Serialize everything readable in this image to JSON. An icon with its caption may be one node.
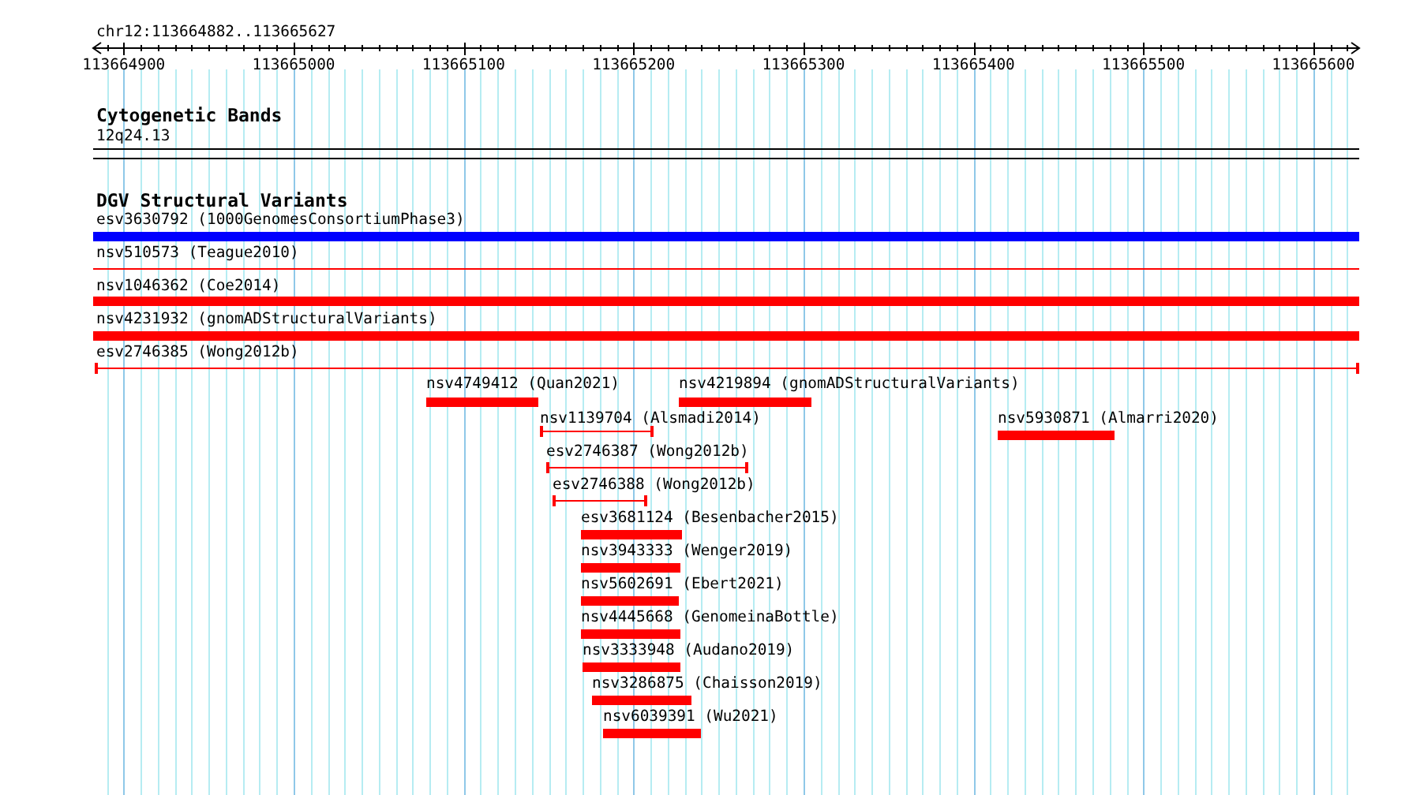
{
  "diagram": {
    "nodes": [
      {
        "text": [
          "esv3630792 (1000GenomesConsortiumPhase3)"
        ]
      },
      {
        "text": [
          "nsv510573 (Teague2010)"
        ]
      },
      {
        "text": [
          "nsv1046362 (Coe2014)"
        ]
      },
      {
        "text": [
          "nsv4231932 (gnomADStructuralVariants)"
        ]
      },
      {
        "text": [
          "esv2746385 (Wong2012b)"
        ]
      },
      {
        "text": [
          "nsv4749412 (Quan2021)"
        ]
      },
      {
        "text": [
          "nsv4219894 (gnomADStructuralVariants)"
        ]
      },
      {
        "text": [
          "nsv1139704 (Alsmadi2014)"
        ]
      },
      {
        "text": [
          "nsv5930871 (Almarri2020)"
        ]
      },
      {
        "text": [
          "esv2746387 (Wong2012b)"
        ]
      },
      {
        "text": [
          "esv2746388 (Wong2012b)"
        ]
      },
      {
        "text": [
          "esv3681124 (Besenbacher2015)"
        ]
      },
      {
        "text": [
          "nsv3943333 (Wenger2019)"
        ]
      },
      {
        "text": [
          "nsv5602691 (Ebert2021)"
        ]
      },
      {
        "text": [
          "nsv4445668 (GenomeinaBottle)"
        ]
      },
      {
        "text": [
          "nsv3333948 (Audano2019)"
        ]
      },
      {
        "text": [
          "nsv3286875 (Chaisson2019)"
        ]
      },
      {
        "text": [
          "nsv6039391 (Wu2021)"
        ]
      }
    ],
    "labels": [
      "chr12:113664882..113665627",
      "113664900",
      "113665000",
      "113665100",
      "113665200",
      "113665300",
      "113665400",
      "113665500",
      "113665600",
      "Cytogenetic Bands",
      "12q24.13",
      "DGV Structural Variants"
    ]
  }
}
